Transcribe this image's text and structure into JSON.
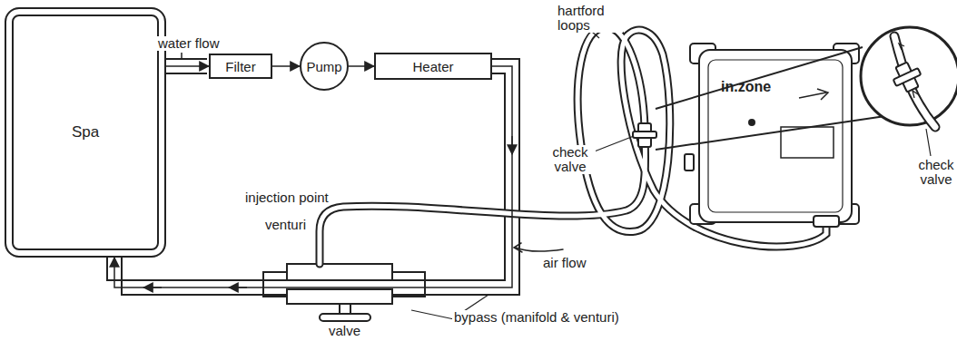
{
  "diagram": {
    "nodes": [
      {
        "text": [
          "Spa"
        ]
      },
      {
        "text": [
          "Filter"
        ]
      },
      {
        "text": [
          "Pump"
        ]
      },
      {
        "text": [
          "Heater"
        ]
      }
    ],
    "edges": [
      {
        "from": 0,
        "to": 1,
        "arrow": "to"
      },
      {
        "from": 1,
        "to": 2,
        "arrow": "to"
      },
      {
        "from": 2,
        "to": 3,
        "arrow": "to"
      },
      {
        "from": 3,
        "to": 0,
        "arrow": "to"
      }
    ],
    "labels": [
      "water flow",
      "hartford loops",
      "check valve",
      "check valve",
      "injection point",
      "venturi",
      "air flow",
      "valve",
      "bypass (manifold & venturi)",
      "in.zone"
    ]
  }
}
